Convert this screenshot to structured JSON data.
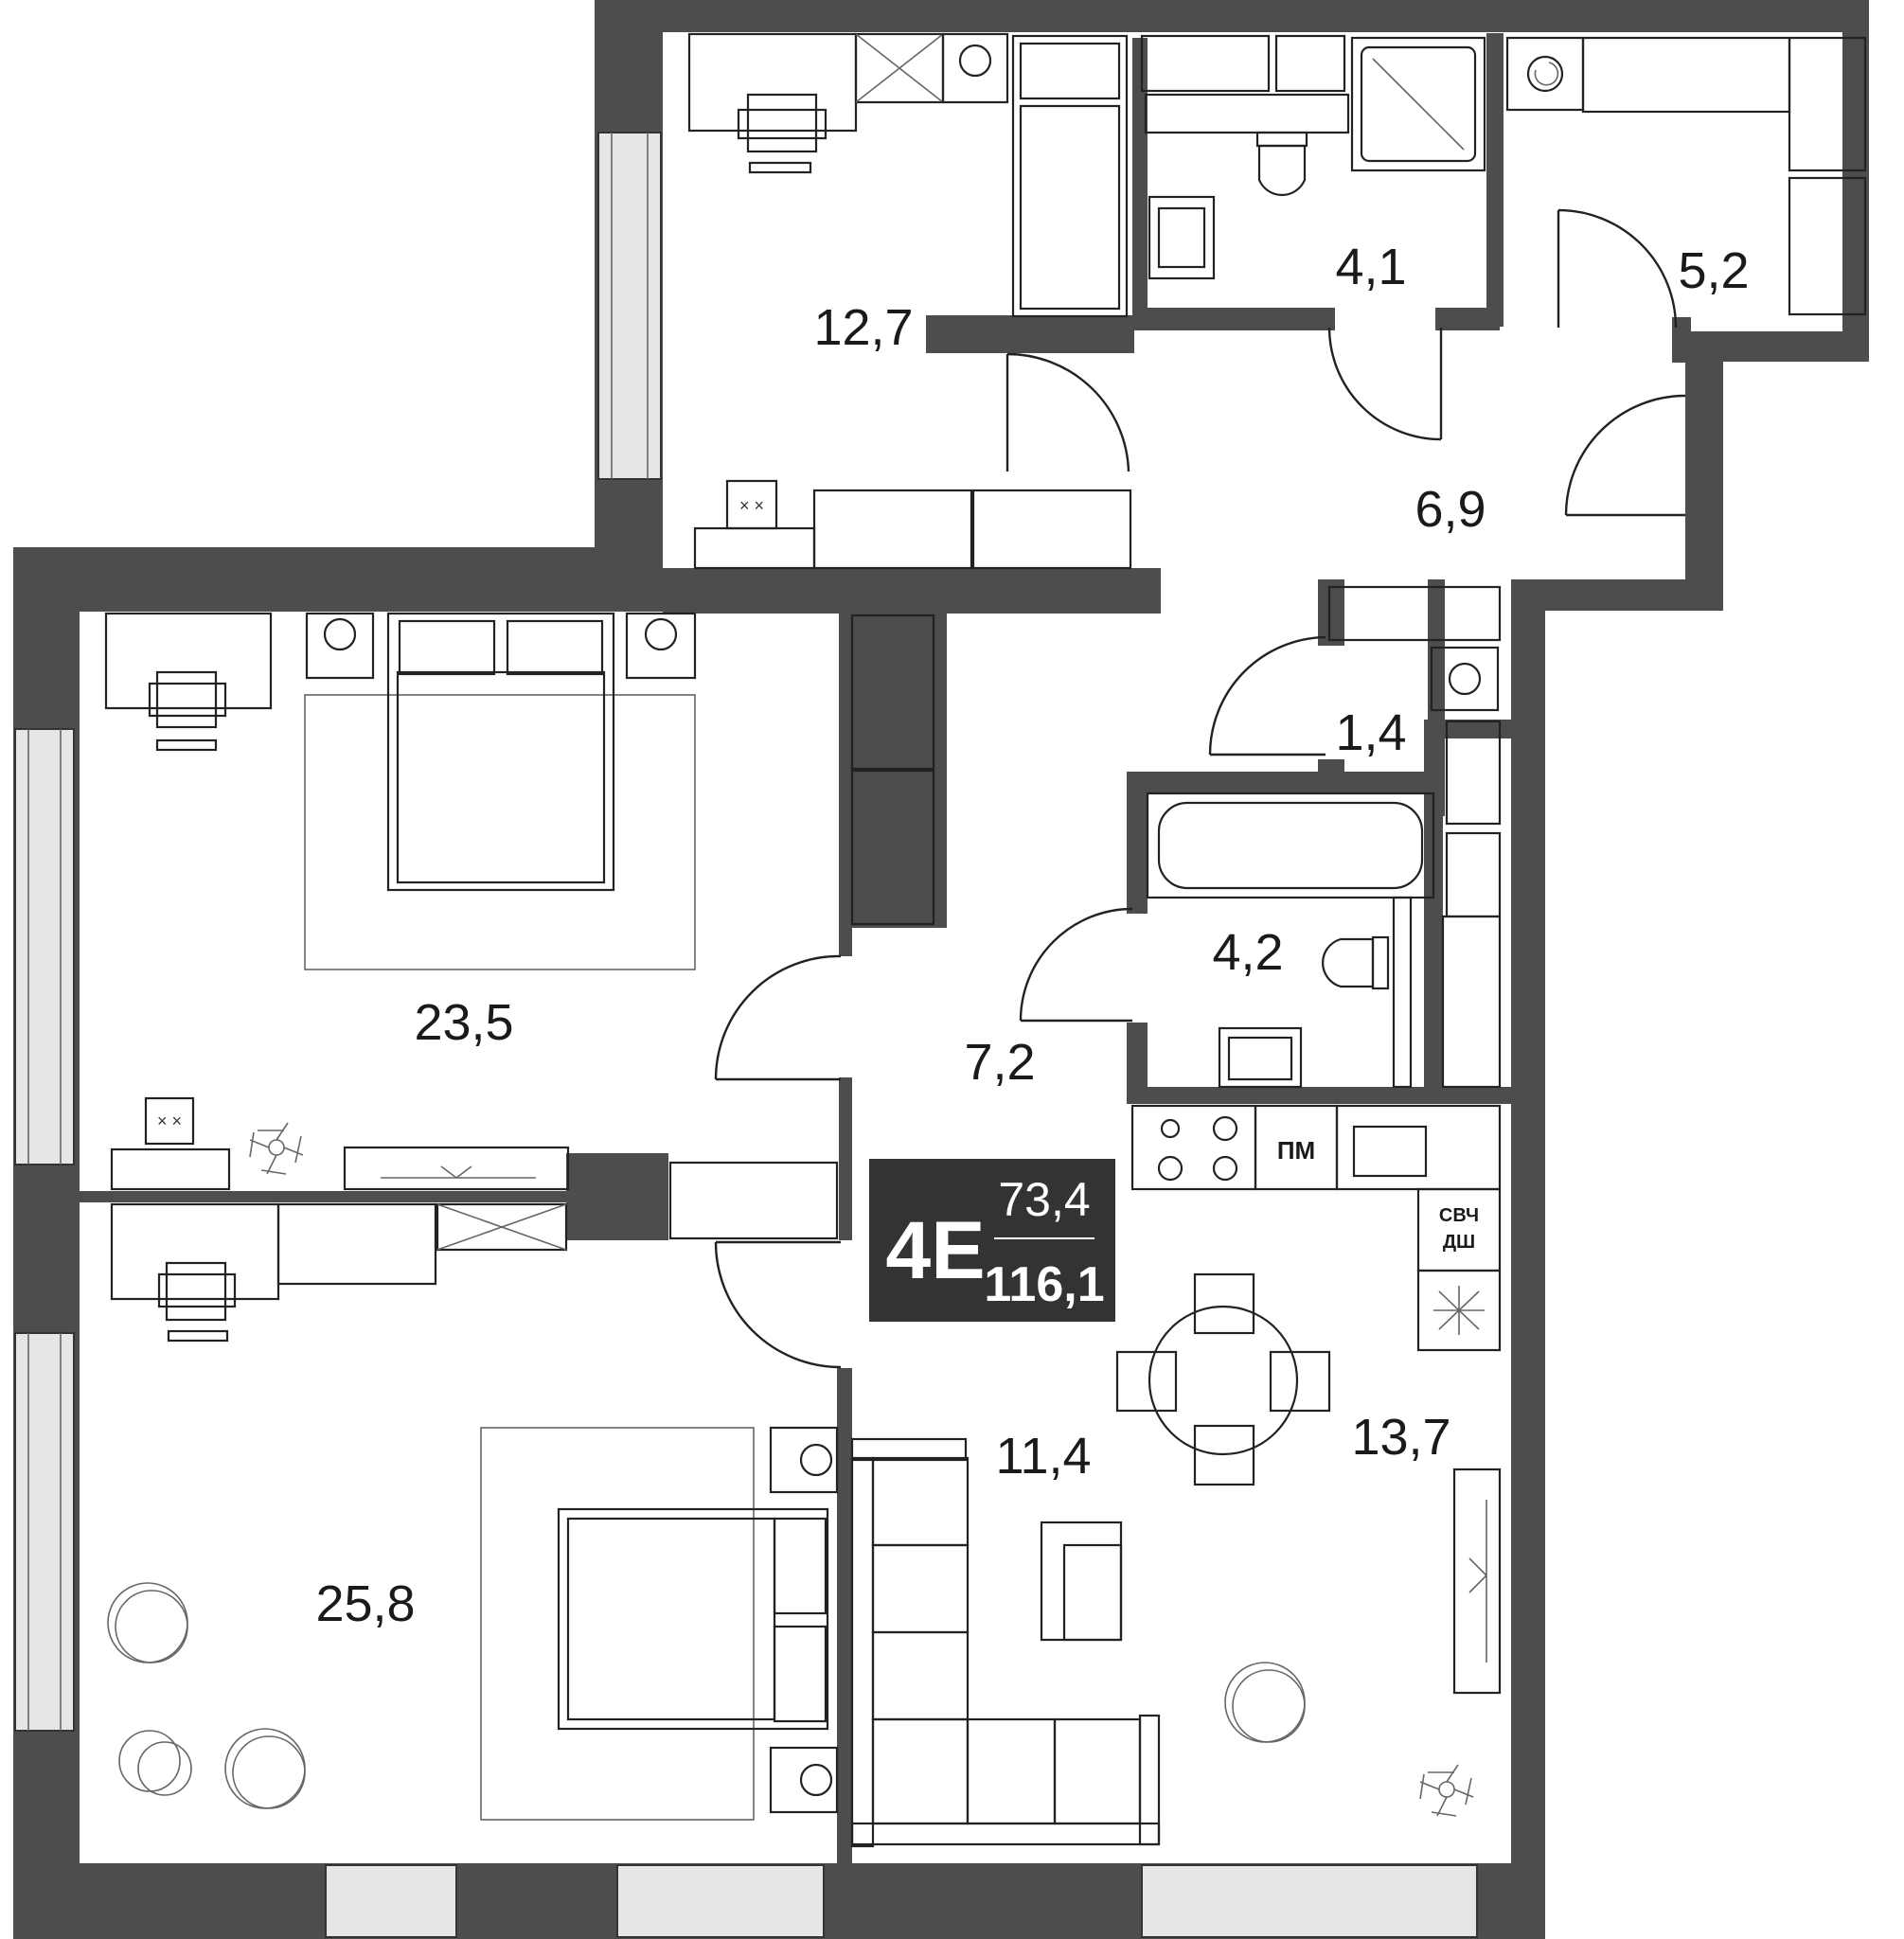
{
  "apartment": {
    "code": "4Е",
    "living_area": "73,4",
    "total_area": "116,1",
    "badge_color": "#333333"
  },
  "rooms": {
    "room_12_7": "12,7",
    "room_4_1": "4,1",
    "room_5_2": "5,2",
    "room_6_9": "6,9",
    "room_1_4": "1,4",
    "room_4_2": "4,2",
    "room_23_5": "23,5",
    "room_7_2": "7,2",
    "room_25_8": "25,8",
    "room_11_4": "11,4",
    "room_13_7": "13,7"
  },
  "appliances": {
    "dishwasher_short": "ПМ",
    "microwave_short": "СВЧ",
    "oven_short": "ДШ"
  },
  "colors": {
    "wall": "#4d4d4d",
    "window": "#e6e6e6",
    "line": "#222222"
  },
  "icons": [
    "washer-icon",
    "toilet-icon",
    "shower-icon",
    "bathtub-icon",
    "sink-icon",
    "cooktop-icon",
    "fan-icon",
    "plant-icon",
    "bed-icon",
    "chair-icon",
    "wardrobe-icon",
    "tv-icon",
    "sofa-icon",
    "dining-table-icon"
  ]
}
